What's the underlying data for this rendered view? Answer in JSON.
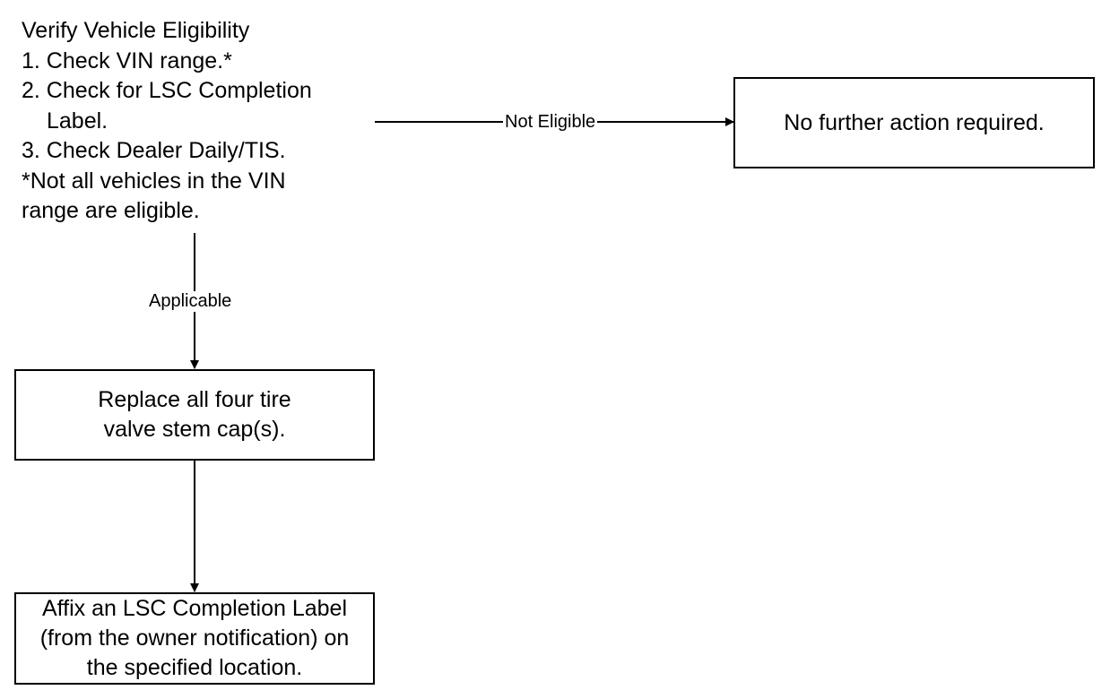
{
  "verify": {
    "title": "Verify Vehicle Eligibility",
    "step1": "1. Check VIN range.*",
    "step2a": "2. Check for LSC Completion",
    "step2b": "Label.",
    "step3": "3. Check Dealer Daily/TIS.",
    "note1": "*Not all vehicles in the VIN",
    "note2": "range are eligible."
  },
  "edges": {
    "not_eligible": "Not Eligible",
    "applicable": "Applicable"
  },
  "boxes": {
    "no_action": "No further action required.",
    "replace_line1": "Replace all four tire",
    "replace_line2": "valve stem cap(s).",
    "affix_line1": "Affix an LSC Completion Label",
    "affix_line2": "(from the owner notification) on",
    "affix_line3": "the specified location."
  }
}
